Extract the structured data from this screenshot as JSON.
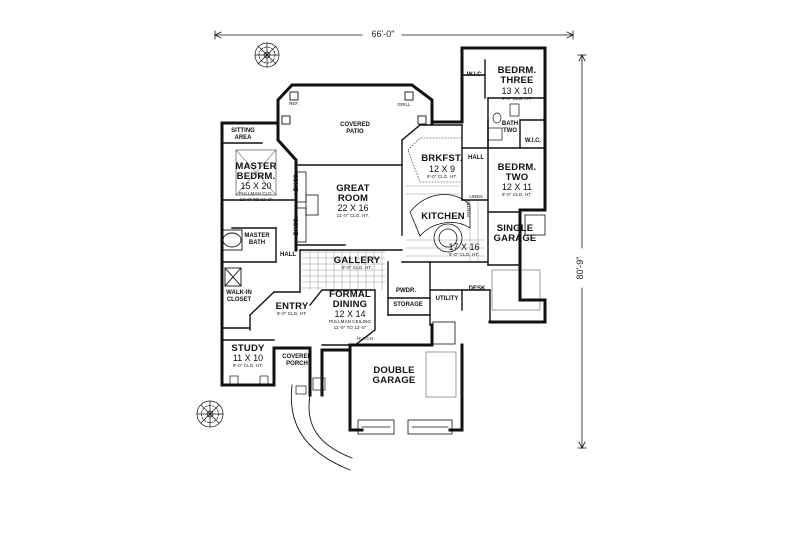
{
  "plan": {
    "overall_width": "66'-0\"",
    "overall_depth": "80'-9\"",
    "rooms": {
      "bedroom_three": {
        "name_1": "BEDRM.",
        "name_2": "THREE",
        "dims": "13 X 10",
        "ceiling": "9'-0\" CLG. HT."
      },
      "bedroom_two": {
        "name_1": "BEDRM.",
        "name_2": "TWO",
        "dims": "12 X 11",
        "ceiling": "9'-0\" CLG. HT."
      },
      "bath_two": {
        "name_1": "BATH",
        "name_2": "TWO"
      },
      "wic_1": "W.I.C.",
      "wic_2": "W.I.C.",
      "hall_east": "HALL",
      "covered_patio": {
        "name_1": "COVERED",
        "name_2": "PATIO"
      },
      "sitting_area": {
        "name_1": "SITTING",
        "name_2": "AREA"
      },
      "master_bedroom": {
        "name_1": "MASTER",
        "name_2": "BEDRM.",
        "dims": "15 X 20",
        "ceiling_1": "PULLMAN CLG.",
        "ceiling_2": "12'-0\" TO 11'-0\""
      },
      "great_room": {
        "name_1": "GREAT",
        "name_2": "ROOM",
        "dims": "22 X 16",
        "ceiling": "11'-0\" CLG. HT."
      },
      "breakfast": {
        "name": "BRKFST.",
        "dims": "12 X 9",
        "ceiling": "9'-0\" CLG. HT."
      },
      "kitchen": {
        "name": "KITCHEN",
        "dims": "17 X 16",
        "ceiling": "9'-0\" CLG. HT."
      },
      "single_garage": {
        "name_1": "SINGLE",
        "name_2": "GARAGE"
      },
      "master_bath": {
        "name_1": "MASTER",
        "name_2": "BATH"
      },
      "hall_west": "HALL",
      "gallery": {
        "name": "GALLERY",
        "ceiling": "9'-0\" CLG. HT."
      },
      "walk_in_closet": {
        "name_1": "WALK-IN",
        "name_2": "CLOSET"
      },
      "entry": {
        "name": "ENTRY",
        "ceiling": "9'-0\" CLG. HT."
      },
      "formal_dining": {
        "name_1": "FORMAL",
        "name_2": "DINING",
        "dims": "12 X 14",
        "ceiling_1": "PULLMAN CEILING",
        "ceiling_2": "11'-0\" TO 12'-0\""
      },
      "powder": "PWDR.",
      "storage": "STORAGE",
      "utility": "UTILITY",
      "desk": "DESK",
      "pantry": "PANTRY",
      "linen": "LINEN",
      "hutch": "HUTCH",
      "study": {
        "name": "STUDY",
        "dims": "11 X 10",
        "ceiling": "9'-0\" CLG. HT."
      },
      "covered_porch": {
        "name_1": "COVERED",
        "name_2": "PORCH"
      },
      "double_garage": {
        "name_1": "DOUBLE",
        "name_2": "GARAGE"
      }
    },
    "small_marks": {
      "ref": "REF.",
      "grill": "GRILL",
      "bkcs_1": "BKCS.",
      "bkcs_2": "BKCS."
    }
  }
}
